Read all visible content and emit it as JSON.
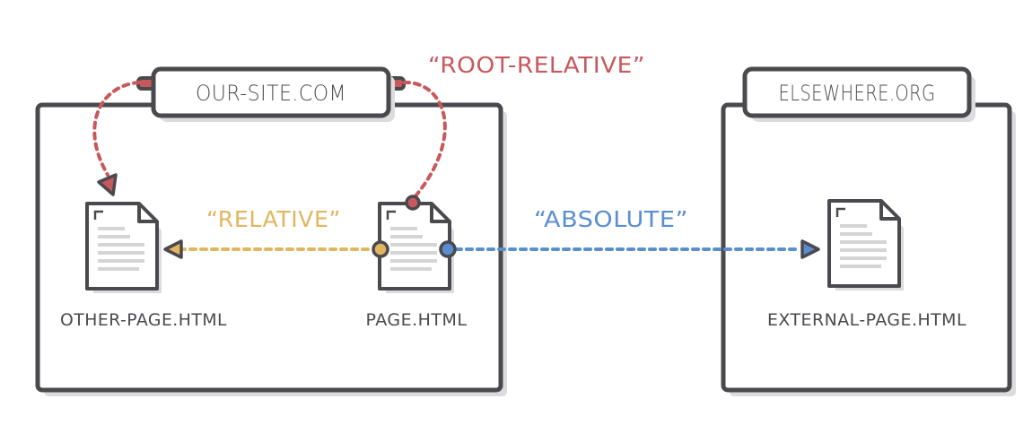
{
  "colors": {
    "outline": "#4a4a4e",
    "shadow": "#dcdcdc",
    "root_relative": "#c9585c",
    "relative": "#e2b660",
    "absolute": "#5a8ed0",
    "doc_lines": "#d5d5d5"
  },
  "sites": [
    {
      "name": "OUR-SITE.COM",
      "files": [
        "OTHER-PAGE.HTML",
        "PAGE.HTML"
      ]
    },
    {
      "name": "ELSEWHERE.ORG",
      "files": [
        "EXTERNAL-PAGE.HTML"
      ]
    }
  ],
  "links": [
    {
      "label": "“ROOT-RELATIVE”",
      "from": "PAGE.HTML",
      "to": "OTHER-PAGE.HTML",
      "color_key": "root_relative"
    },
    {
      "label": "“RELATIVE”",
      "from": "PAGE.HTML",
      "to": "OTHER-PAGE.HTML",
      "color_key": "relative"
    },
    {
      "label": "“ABSOLUTE”",
      "from": "PAGE.HTML",
      "to": "EXTERNAL-PAGE.HTML",
      "color_key": "absolute"
    }
  ],
  "icons": {
    "document": "document-icon",
    "arrowhead": "triangle-arrow-icon",
    "endpoint": "circle-endpoint-icon"
  }
}
